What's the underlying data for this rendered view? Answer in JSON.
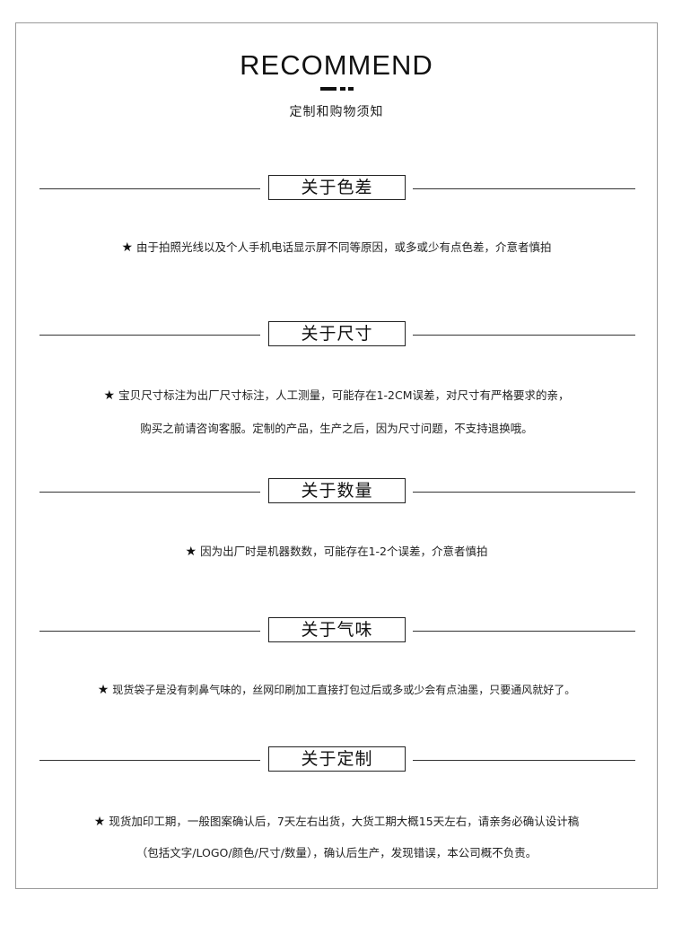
{
  "header": {
    "title": "RECOMMEND",
    "subtitle": "定制和购物须知"
  },
  "icons": {
    "star": "★"
  },
  "sections": [
    {
      "heading": "关于色差",
      "lines": [
        "由于拍照光线以及个人手机电话显示屏不同等原因，或多或少有点色差，介意者慎拍"
      ]
    },
    {
      "heading": "关于尺寸",
      "lines": [
        "宝贝尺寸标注为出厂尺寸标注，人工测量，可能存在1-2CM误差，对尺寸有严格要求的亲，",
        "购买之前请咨询客服。定制的产品，生产之后，因为尺寸问题，不支持退换哦。"
      ]
    },
    {
      "heading": "关于数量",
      "lines": [
        "因为出厂时是机器数数，可能存在1-2个误差，介意者慎拍"
      ]
    },
    {
      "heading": "关于气味",
      "lines": [
        "现货袋子是没有刺鼻气味的，丝网印刷加工直接打包过后或多或少会有点油墨，只要通风就好了。"
      ]
    },
    {
      "heading": "关于定制",
      "lines": [
        "现货加印工期，一般图案确认后，7天左右出货，大货工期大概15天左右，请亲务必确认设计稿",
        "（包括文字/LOGO/颜色/尺寸/数量），确认后生产，发现错误，本公司概不负责。"
      ]
    }
  ]
}
